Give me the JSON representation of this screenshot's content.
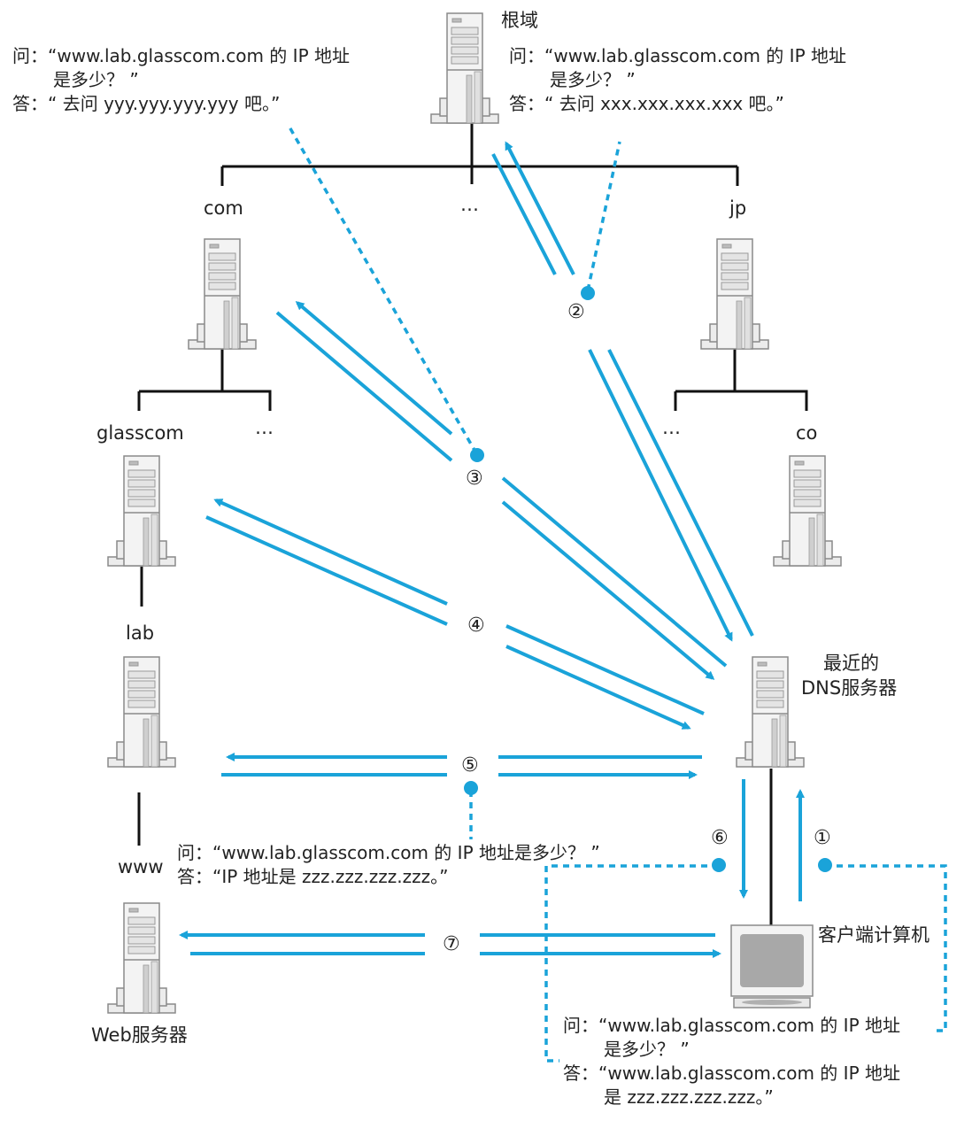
{
  "colors": {
    "arrow": "#1aa3d9",
    "tree_line": "#111111",
    "server_fill": "#ececec",
    "server_stroke": "#8a8a8a"
  },
  "nodes": {
    "root": "根域",
    "com": "com",
    "root_ellipsis": "…",
    "jp": "jp",
    "glasscom": "glasscom",
    "com_ellipsis": "…",
    "jp_ellipsis": "…",
    "co": "co",
    "lab": "lab",
    "www": "www",
    "web_server": "Web服务器",
    "dns_server_line1": "最近的",
    "dns_server_line2": "DNS服务器",
    "client": "客户端计算机"
  },
  "steps": [
    "①",
    "②",
    "③",
    "④",
    "⑤",
    "⑥",
    "⑦"
  ],
  "dialogs": {
    "root_qa": {
      "q1": "问：“www.lab.glasscom.com 的 IP 地址",
      "q2": "是多少？ ”",
      "a1": "答：“ 去问 xxx.xxx.xxx.xxx 吧。”"
    },
    "com_qa": {
      "q1": "问：“www.lab.glasscom.com 的 IP 地址",
      "q2": "是多少？ ”",
      "a1": "答：“ 去问 yyy.yyy.yyy.yyy 吧。”"
    },
    "lab_qa": {
      "q1": "问：“www.lab.glasscom.com 的 IP 地址是多少？ ”",
      "a1": "答：“IP 地址是 zzz.zzz.zzz.zzz。”"
    },
    "client_qa": {
      "q1": "问：“www.lab.glasscom.com 的 IP 地址",
      "q2": "是多少？ ”",
      "a1": "答：“www.lab.glasscom.com 的 IP 地址",
      "a2": "是 zzz.zzz.zzz.zzz。”"
    }
  }
}
